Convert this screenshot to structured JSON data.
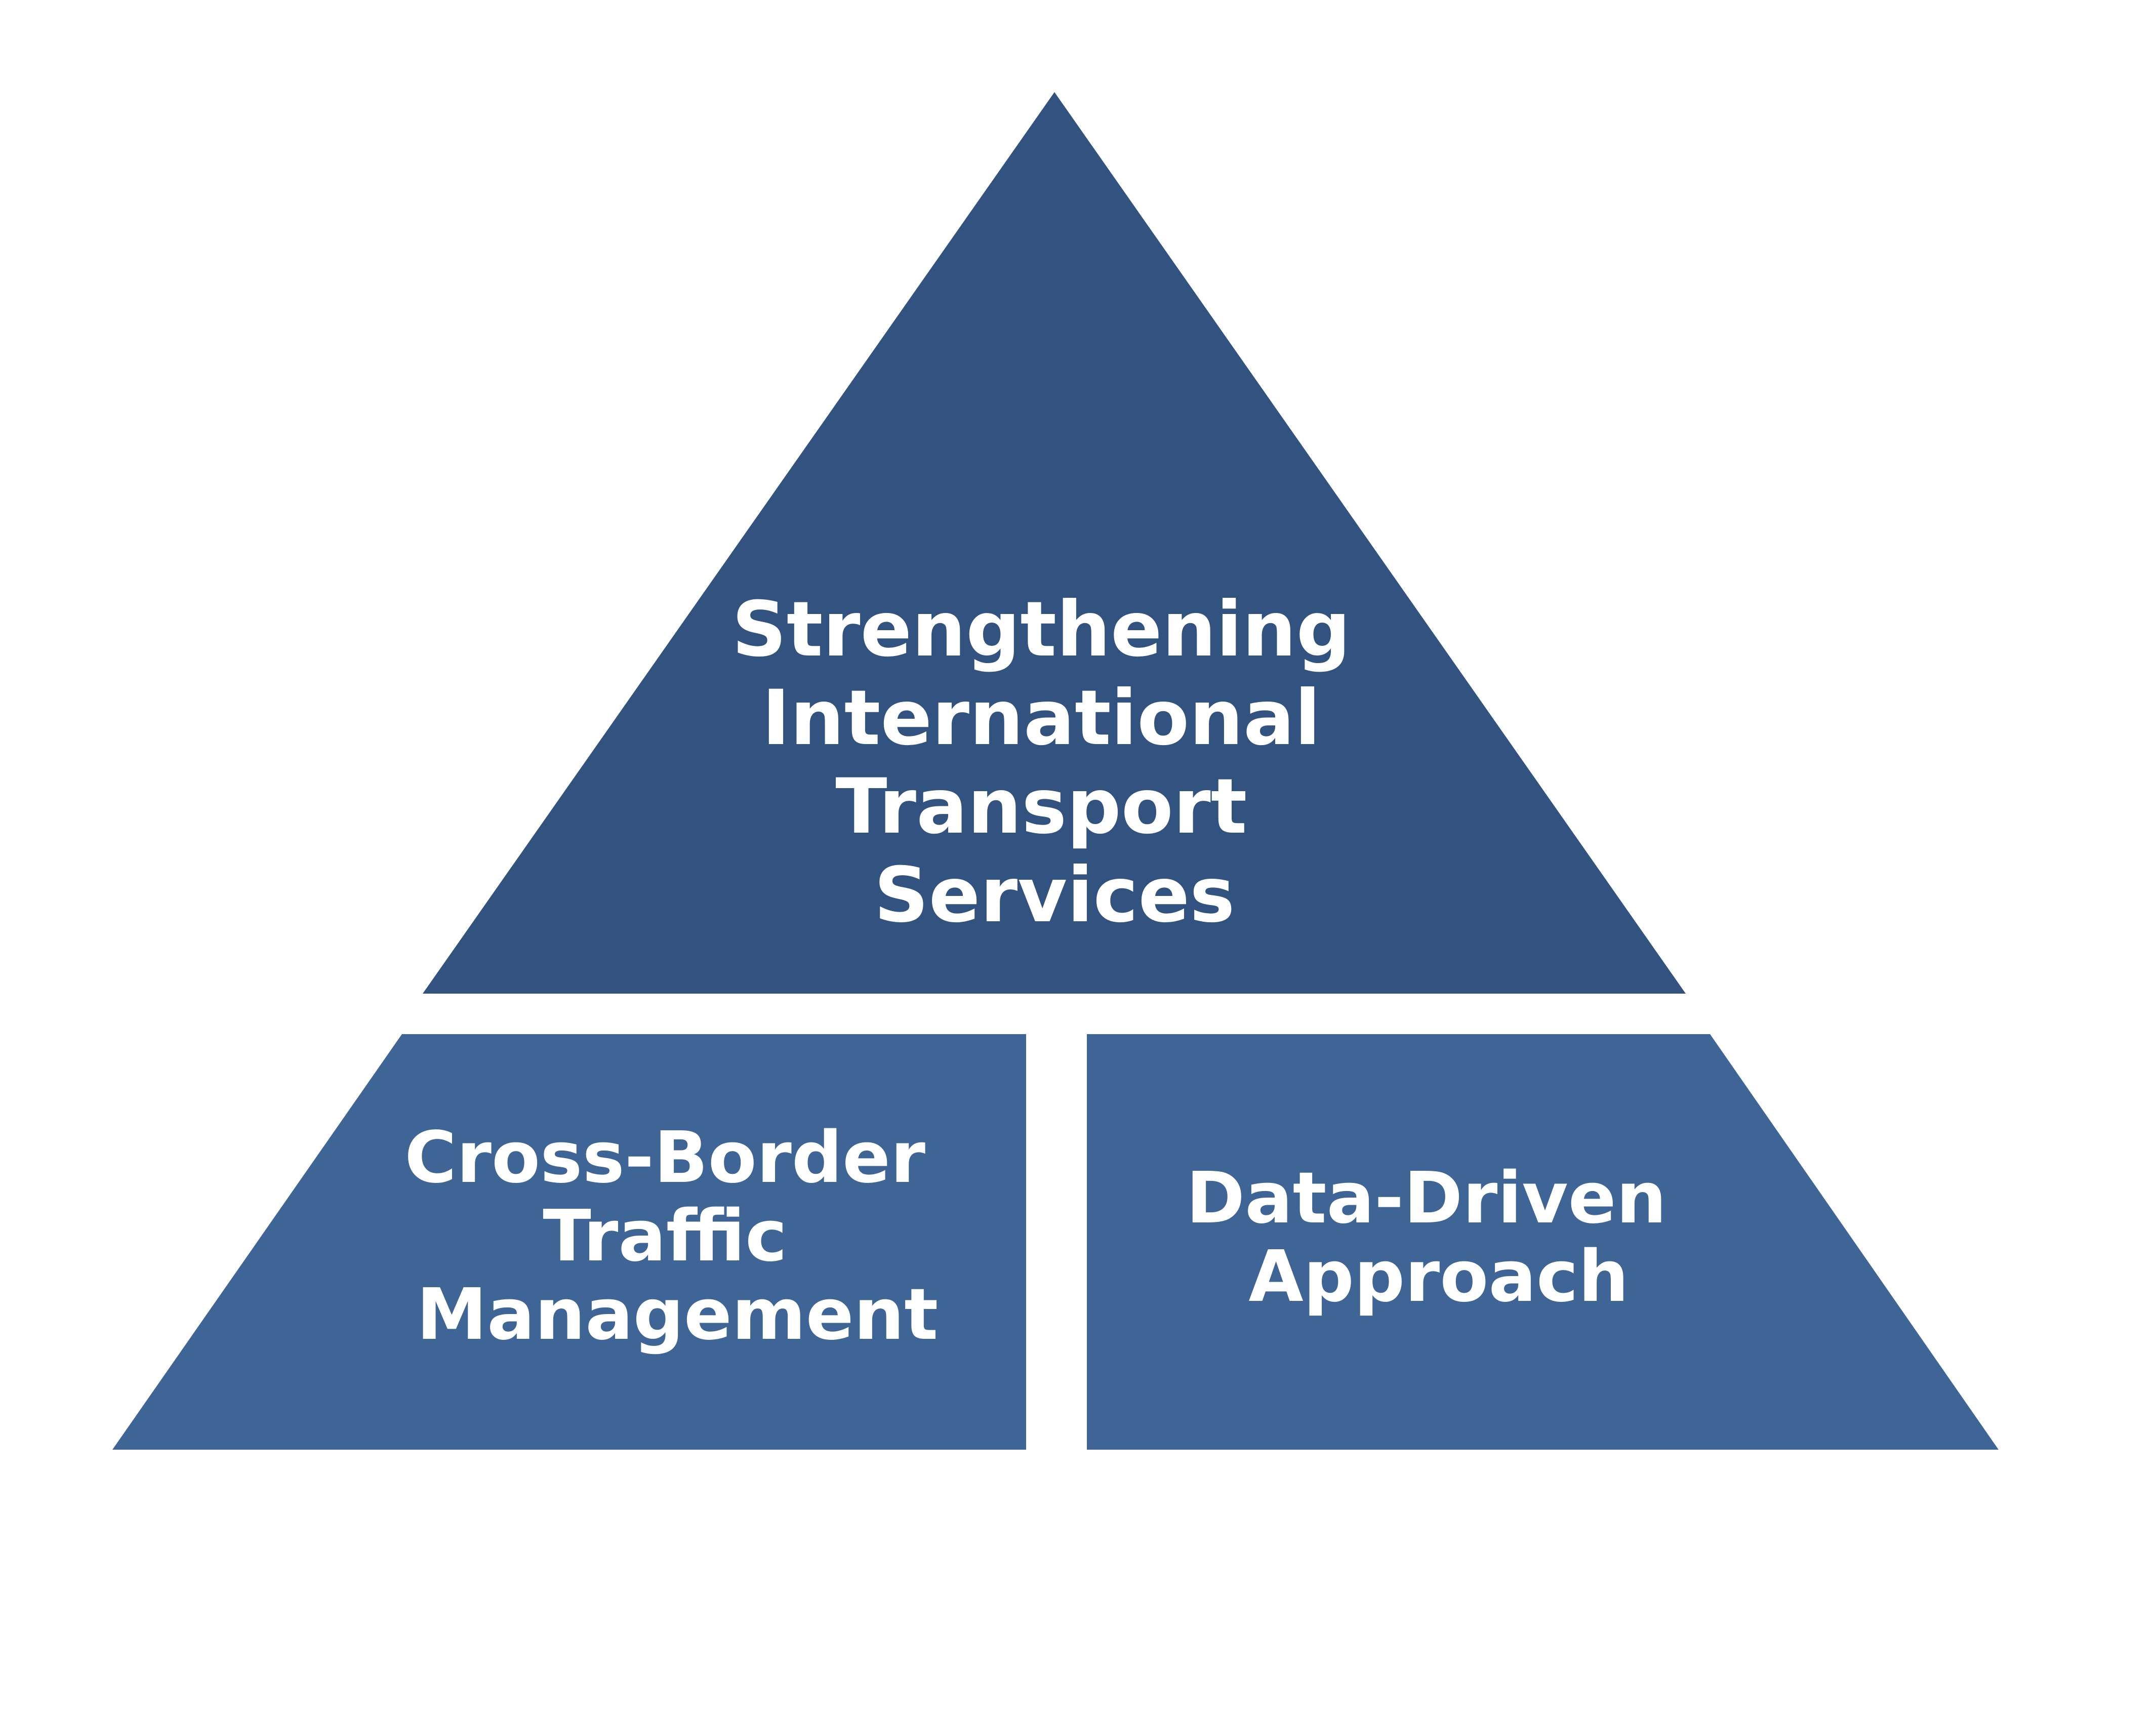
{
  "pyramid": {
    "top": {
      "lines": [
        "Strengthening",
        "International",
        "Transport",
        "Services"
      ],
      "color": "#32527f"
    },
    "bottom_left": {
      "lines": [
        "Cross-Border",
        "Traffic",
        "Management"
      ],
      "color": "#3e6596"
    },
    "bottom_right": {
      "lines": [
        "Data-Driven",
        "Approach"
      ],
      "color": "#3e6596"
    },
    "text_color": "#ffffff"
  }
}
